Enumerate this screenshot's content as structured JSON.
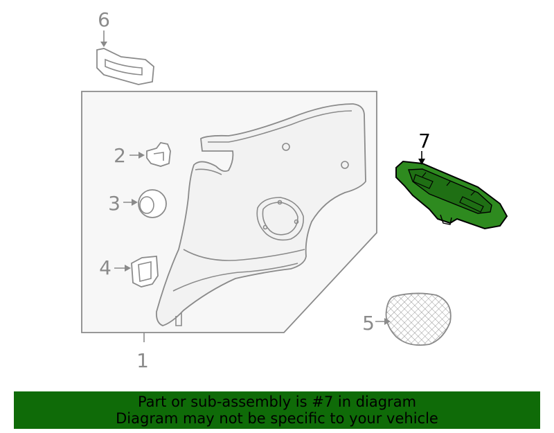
{
  "callouts": {
    "c1": "1",
    "c2": "2",
    "c3": "3",
    "c4": "4",
    "c5": "5",
    "c6": "6",
    "c7": "7"
  },
  "colors": {
    "highlight": "#2e8a1f",
    "banner": "#0f6b08",
    "line": "#8a8a8a"
  },
  "banner": {
    "line1": "Part or sub-assembly is #7 in diagram",
    "line2": "Diagram may not be specific to your vehicle"
  }
}
